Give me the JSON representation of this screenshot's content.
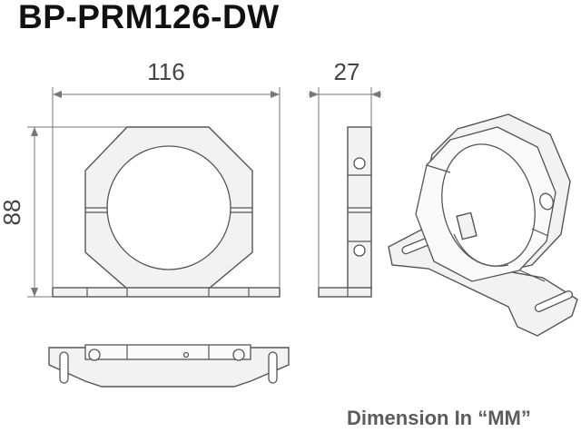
{
  "title": "BP-PRM126-DW",
  "dimensions": {
    "width": "116",
    "depth": "27",
    "height": "88"
  },
  "footer": "Dimension In “MM”",
  "colors": {
    "line": "#555555",
    "fill": "#f2f2f2",
    "title": "#111111",
    "footer": "#5c5c5c"
  }
}
